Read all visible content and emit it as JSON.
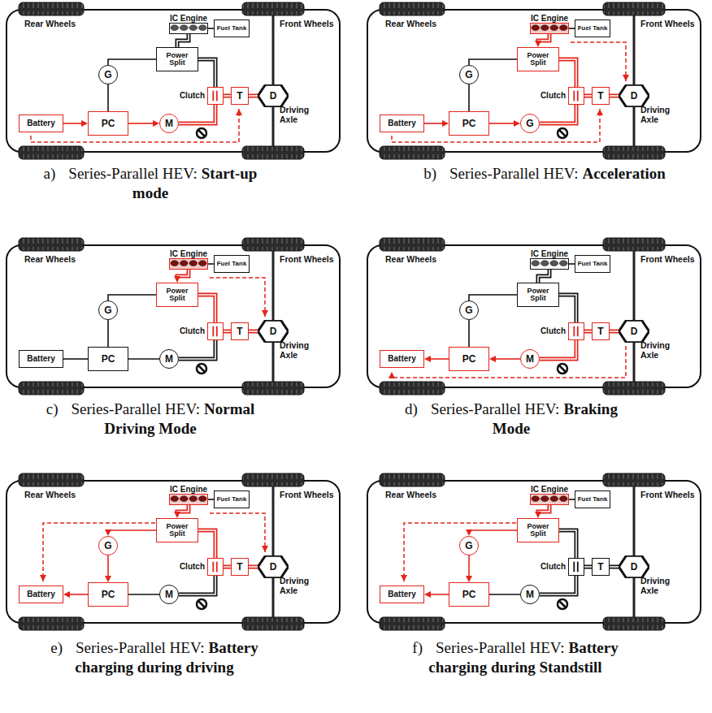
{
  "diagram": {
    "nodes": [
      {
        "text": [
          "IC Engine"
        ]
      },
      {
        "text": [
          "Fuel Tank"
        ]
      },
      {
        "text": [
          "Power Split"
        ]
      },
      {
        "text": [
          "G"
        ]
      },
      {
        "text": [
          "Clutch"
        ]
      },
      {
        "text": [
          "T"
        ]
      },
      {
        "text": [
          "D"
        ]
      },
      {
        "text": [
          "Battery"
        ]
      },
      {
        "text": [
          "PC"
        ]
      },
      {
        "text": [
          "M"
        ]
      },
      {
        "text": [
          "IC Engine"
        ]
      },
      {
        "text": [
          "Fuel Tank"
        ]
      },
      {
        "text": [
          "Power Split"
        ]
      },
      {
        "text": [
          "G"
        ]
      },
      {
        "text": [
          "Clutch"
        ]
      },
      {
        "text": [
          "T"
        ]
      },
      {
        "text": [
          "D"
        ]
      },
      {
        "text": [
          "Battery"
        ]
      },
      {
        "text": [
          "PC"
        ]
      },
      {
        "text": [
          "G"
        ]
      },
      {
        "text": [
          "IC Engine"
        ]
      },
      {
        "text": [
          "Fuel Tank"
        ]
      },
      {
        "text": [
          "Power Split"
        ]
      },
      {
        "text": [
          "G"
        ]
      },
      {
        "text": [
          "Clutch"
        ]
      },
      {
        "text": [
          "T"
        ]
      },
      {
        "text": [
          "D"
        ]
      },
      {
        "text": [
          "Battery"
        ]
      },
      {
        "text": [
          "PC"
        ]
      },
      {
        "text": [
          "M"
        ]
      },
      {
        "text": [
          "IC Engine"
        ]
      },
      {
        "text": [
          "Fuel Tank"
        ]
      },
      {
        "text": [
          "Power Split"
        ]
      },
      {
        "text": [
          "G"
        ]
      },
      {
        "text": [
          "Clutch"
        ]
      },
      {
        "text": [
          "T"
        ]
      },
      {
        "text": [
          "D"
        ]
      },
      {
        "text": [
          "Battery"
        ]
      },
      {
        "text": [
          "PC"
        ]
      },
      {
        "text": [
          "M"
        ]
      },
      {
        "text": [
          "IC Engine"
        ]
      },
      {
        "text": [
          "Fuel Tank"
        ]
      },
      {
        "text": [
          "Power Split"
        ]
      },
      {
        "text": [
          "G"
        ]
      },
      {
        "text": [
          "Clutch"
        ]
      },
      {
        "text": [
          "T"
        ]
      },
      {
        "text": [
          "D"
        ]
      },
      {
        "text": [
          "Battery"
        ]
      },
      {
        "text": [
          "PC"
        ]
      },
      {
        "text": [
          "M"
        ]
      },
      {
        "text": [
          "IC Engine"
        ]
      },
      {
        "text": [
          "Fuel Tank"
        ]
      },
      {
        "text": [
          "Power Split"
        ]
      },
      {
        "text": [
          "G"
        ]
      },
      {
        "text": [
          "Clutch"
        ]
      },
      {
        "text": [
          "T"
        ]
      },
      {
        "text": [
          "D"
        ]
      },
      {
        "text": [
          "Battery"
        ]
      },
      {
        "text": [
          "PC"
        ]
      },
      {
        "text": [
          "M"
        ]
      }
    ],
    "edges": [
      {
        "from": 0,
        "to": 1,
        "arrow": "none"
      },
      {
        "from": 0,
        "to": 2,
        "arrow": "none"
      },
      {
        "from": 2,
        "to": 3,
        "arrow": "none"
      },
      {
        "from": 2,
        "to": 4,
        "arrow": "none"
      },
      {
        "from": 3,
        "to": 8,
        "arrow": "none"
      },
      {
        "from": 7,
        "to": 8,
        "arrow": "to"
      },
      {
        "from": 8,
        "to": 9,
        "arrow": "to"
      },
      {
        "from": 9,
        "to": 4,
        "arrow": "none"
      },
      {
        "from": 4,
        "to": 5,
        "arrow": "none"
      },
      {
        "from": 5,
        "to": 6,
        "arrow": "none"
      },
      {
        "from": 10,
        "to": 11,
        "arrow": "none"
      },
      {
        "from": 10,
        "to": 12,
        "arrow": "to"
      },
      {
        "from": 12,
        "to": 13,
        "arrow": "none"
      },
      {
        "from": 12,
        "to": 14,
        "arrow": "none"
      },
      {
        "from": 13,
        "to": 18,
        "arrow": "none"
      },
      {
        "from": 17,
        "to": 18,
        "arrow": "to"
      },
      {
        "from": 18,
        "to": 19,
        "arrow": "to"
      },
      {
        "from": 19,
        "to": 14,
        "arrow": "none"
      },
      {
        "from": 14,
        "to": 15,
        "arrow": "none"
      },
      {
        "from": 15,
        "to": 16,
        "arrow": "none"
      },
      {
        "from": 20,
        "to": 21,
        "arrow": "none"
      },
      {
        "from": 20,
        "to": 22,
        "arrow": "to"
      },
      {
        "from": 22,
        "to": 23,
        "arrow": "none"
      },
      {
        "from": 22,
        "to": 24,
        "arrow": "none"
      },
      {
        "from": 23,
        "to": 28,
        "arrow": "none"
      },
      {
        "from": 27,
        "to": 28,
        "arrow": "none"
      },
      {
        "from": 28,
        "to": 29,
        "arrow": "none"
      },
      {
        "from": 29,
        "to": 24,
        "arrow": "none"
      },
      {
        "from": 24,
        "to": 25,
        "arrow": "none"
      },
      {
        "from": 25,
        "to": 26,
        "arrow": "none"
      },
      {
        "from": 30,
        "to": 31,
        "arrow": "none"
      },
      {
        "from": 30,
        "to": 32,
        "arrow": "none"
      },
      {
        "from": 32,
        "to": 33,
        "arrow": "none"
      },
      {
        "from": 32,
        "to": 34,
        "arrow": "none"
      },
      {
        "from": 33,
        "to": 38,
        "arrow": "none"
      },
      {
        "from": 38,
        "to": 37,
        "arrow": "to"
      },
      {
        "from": 39,
        "to": 38,
        "arrow": "to"
      },
      {
        "from": 39,
        "to": 34,
        "arrow": "none"
      },
      {
        "from": 34,
        "to": 35,
        "arrow": "none"
      },
      {
        "from": 35,
        "to": 36,
        "arrow": "none"
      },
      {
        "from": 40,
        "to": 41,
        "arrow": "none"
      },
      {
        "from": 40,
        "to": 42,
        "arrow": "to"
      },
      {
        "from": 42,
        "to": 43,
        "arrow": "to"
      },
      {
        "from": 42,
        "to": 44,
        "arrow": "none"
      },
      {
        "from": 43,
        "to": 48,
        "arrow": "to"
      },
      {
        "from": 48,
        "to": 47,
        "arrow": "to"
      },
      {
        "from": 48,
        "to": 49,
        "arrow": "none"
      },
      {
        "from": 49,
        "to": 44,
        "arrow": "none"
      },
      {
        "from": 44,
        "to": 45,
        "arrow": "none"
      },
      {
        "from": 45,
        "to": 46,
        "arrow": "none"
      },
      {
        "from": 50,
        "to": 51,
        "arrow": "none"
      },
      {
        "from": 50,
        "to": 52,
        "arrow": "to"
      },
      {
        "from": 52,
        "to": 53,
        "arrow": "to"
      },
      {
        "from": 52,
        "to": 54,
        "arrow": "none"
      },
      {
        "from": 53,
        "to": 58,
        "arrow": "to"
      },
      {
        "from": 58,
        "to": 57,
        "arrow": "to"
      },
      {
        "from": 58,
        "to": 59,
        "arrow": "none"
      },
      {
        "from": 59,
        "to": 54,
        "arrow": "none"
      },
      {
        "from": 54,
        "to": 55,
        "arrow": "none"
      },
      {
        "from": 55,
        "to": 56,
        "arrow": "none"
      }
    ],
    "labels": [
      "Rear Wheels",
      "Front Wheels",
      "Driving Axle",
      "a)",
      "Series-Parallel HEV:",
      "Start-up mode",
      "Rear Wheels",
      "Front Wheels",
      "Driving Axle",
      "b)",
      "Series-Parallel HEV:",
      "Acceleration",
      "Rear Wheels",
      "Front Wheels",
      "Driving Axle",
      "c)",
      "Series-Parallel HEV:",
      "Normal Driving Mode",
      "Rear Wheels",
      "Front Wheels",
      "Driving Axle",
      "d)",
      "Series-Parallel HEV:",
      "Braking Mode",
      "Rear Wheels",
      "Front Wheels",
      "Driving Axle",
      "e)",
      "Series-Parallel HEV:",
      "Battery charging during driving",
      "Rear Wheels",
      "Front Wheels",
      "Driving Axle",
      "f)",
      "Series-Parallel HEV:",
      "Battery charging during Standstill"
    ]
  }
}
